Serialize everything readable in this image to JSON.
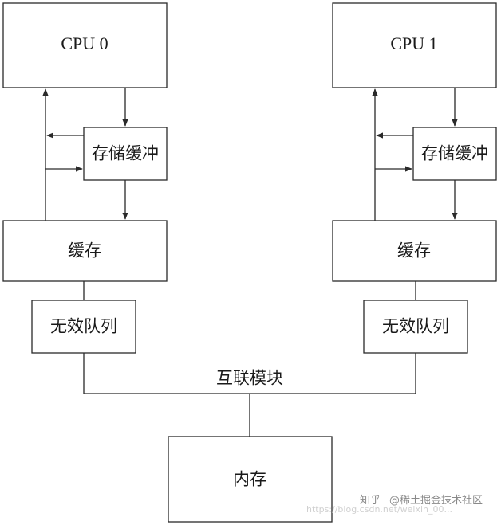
{
  "diagram": {
    "left": {
      "cpu": "CPU 0",
      "store_buffer": "存储缓冲",
      "cache": "缓存",
      "invalidate_queue": "无效队列"
    },
    "right": {
      "cpu": "CPU 1",
      "store_buffer": "存储缓冲",
      "cache": "缓存",
      "invalidate_queue": "无效队列"
    },
    "interconnect": "互联模块",
    "memory": "内存"
  },
  "watermark": {
    "zhihu": "知乎",
    "author": "@稀土掘金技术社区",
    "url": "https://blog.csdn.net/weixin_00..."
  }
}
